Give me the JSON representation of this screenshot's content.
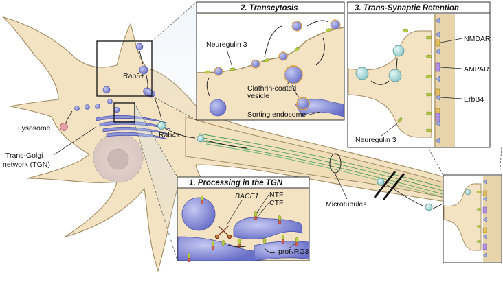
{
  "panels": {
    "transcytosis": {
      "title": "2. Transcytosis"
    },
    "trans_synaptic": {
      "title": "3. Trans-Synaptic Retention"
    },
    "processing": {
      "title": "1. Processing in the TGN"
    }
  },
  "labels": {
    "rab5": "Rab5+",
    "rab4": "Rab4+",
    "lysosome": "Lysosome",
    "tgn_line1": "Trans-Golgi",
    "tgn_line2": "network (TGN)",
    "microtubules": "Microtubules",
    "neuregulin3_transcytosis": "Neuregulin 3",
    "clathrin_line1": "Clathrin-coated",
    "clathrin_line2": "vesicle",
    "sorting_endosome": "Sorting endosome",
    "nmdar": "NMDAR",
    "ampar": "AMPAR",
    "erbb4": "ErbB4",
    "neuregulin3_synapse": "Neuregulin 3",
    "bace1": "BACE1",
    "ntf": "NTF",
    "ctf": "CTF",
    "pronrg3": "proNRG3"
  },
  "colors": {
    "cell_fill": "#f3e3c2",
    "cell_stroke": "#a08a60",
    "vesicle": "#8c92d8",
    "vesicle_dark": "#4a50a8",
    "endosome_light": "#b8e0e0",
    "lysosome": "#e2a0a8",
    "nmdar": "#e0c060",
    "ampar": "#b090e0",
    "erbb4": "#a0b0e0",
    "ntf": "#b8d040",
    "ctf": "#d06050",
    "postsynaptic": "#e8d4aa",
    "clathrin": "#e0a030"
  }
}
